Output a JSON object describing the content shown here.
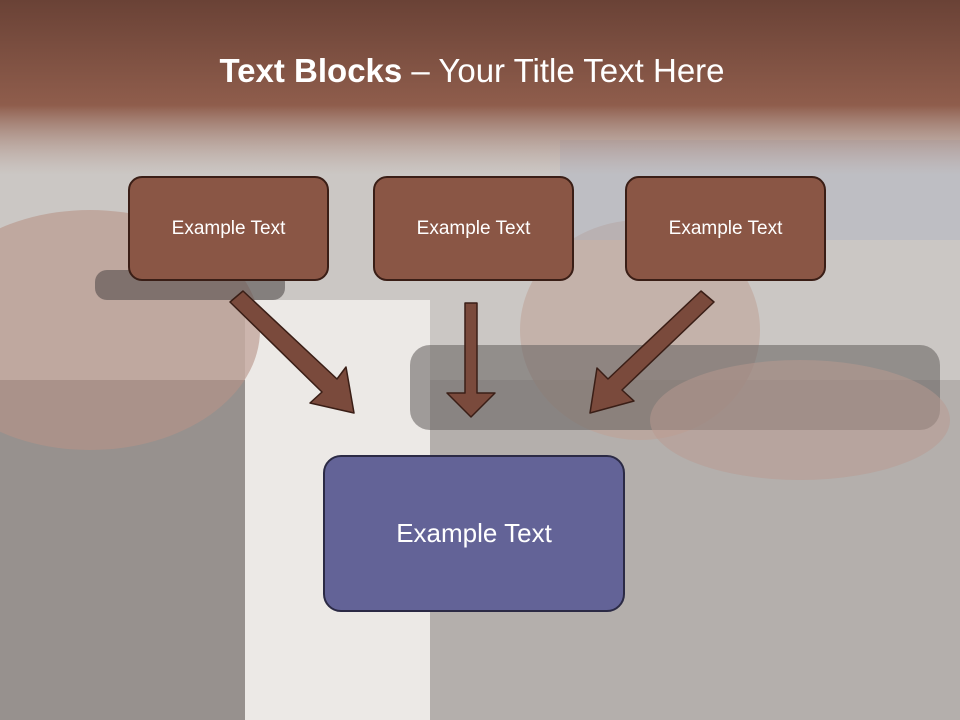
{
  "title": {
    "bold": "Text Blocks",
    "dash": " – ",
    "rest": "Your Title Text Here"
  },
  "blocks": {
    "left": "Example Text",
    "center": "Example Text",
    "right": "Example Text",
    "target": "Example Text"
  },
  "colors": {
    "header_band": "#6e4234",
    "top_box_fill": "#8a5645",
    "target_box_fill": "#636397",
    "arrow_fill": "#7a4a3c"
  }
}
